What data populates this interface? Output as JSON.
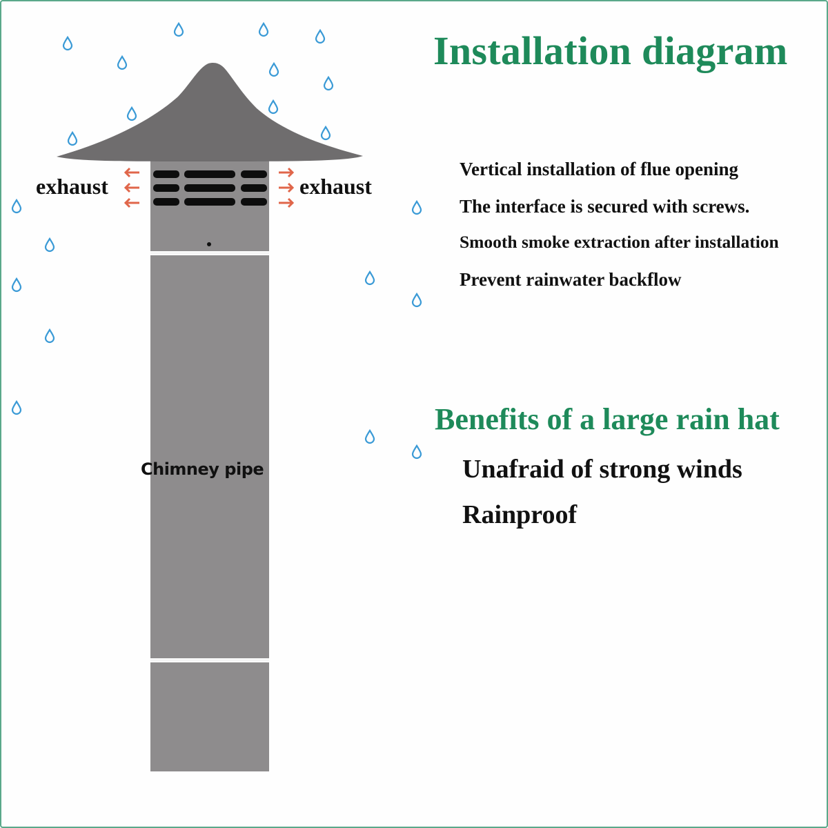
{
  "title": "Installation diagram",
  "features": [
    "Vertical installation of flue opening",
    "The interface is secured with screws.",
    "Smooth smoke extraction after installation",
    "Prevent rainwater backflow"
  ],
  "benefits_title": "Benefits of a large rain hat",
  "benefits": [
    "Unafraid of strong winds",
    "Rainproof"
  ],
  "labels": {
    "exhaust_left": "exhaust",
    "exhaust_right": "exhaust",
    "chimney": "Chimney pipe"
  },
  "colors": {
    "heading": "#1e8a5a",
    "pipe": "#8e8c8d",
    "cap": "#6f6d6e",
    "arrow": "#e0664a",
    "rain": "#3a9ad6",
    "border": "#5aa88a"
  },
  "icons": [
    "raindrop-icon",
    "exhaust-arrow-icon"
  ]
}
